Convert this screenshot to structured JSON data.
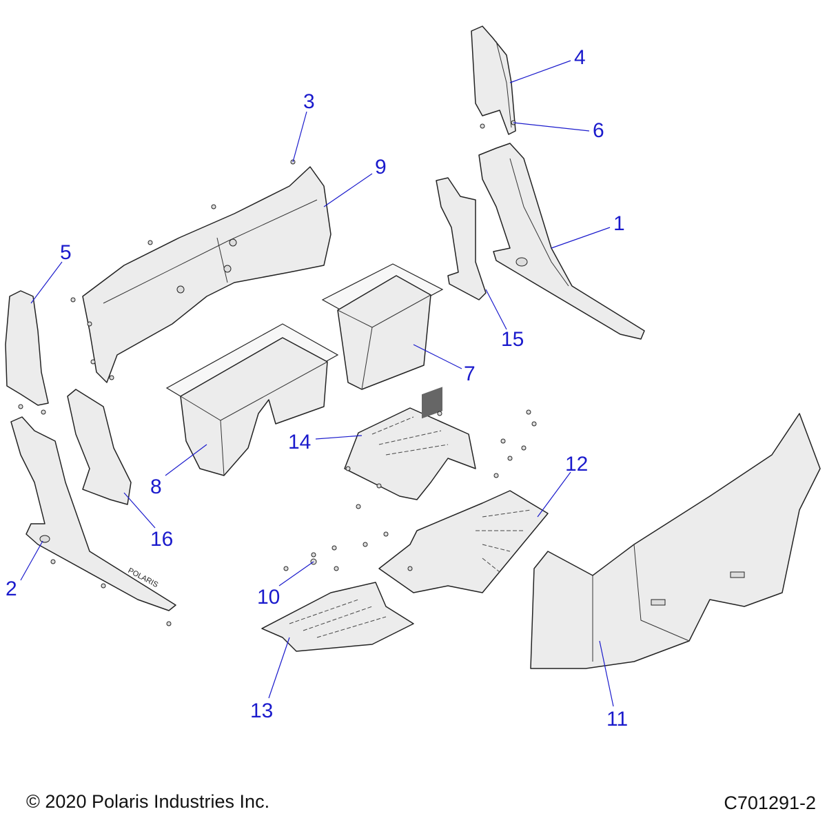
{
  "diagram": {
    "callout_color": "#1a1acc",
    "callouts": [
      {
        "id": "1",
        "label": "1"
      },
      {
        "id": "2",
        "label": "2"
      },
      {
        "id": "3",
        "label": "3"
      },
      {
        "id": "4",
        "label": "4"
      },
      {
        "id": "5",
        "label": "5"
      },
      {
        "id": "6",
        "label": "6"
      },
      {
        "id": "7",
        "label": "7"
      },
      {
        "id": "8",
        "label": "8"
      },
      {
        "id": "9",
        "label": "9"
      },
      {
        "id": "10",
        "label": "10"
      },
      {
        "id": "11",
        "label": "11"
      },
      {
        "id": "12",
        "label": "12"
      },
      {
        "id": "13",
        "label": "13"
      },
      {
        "id": "14",
        "label": "14"
      },
      {
        "id": "15",
        "label": "15"
      },
      {
        "id": "16",
        "label": "16"
      }
    ]
  },
  "footer": {
    "copyright": "© 2020 Polaris Industries Inc.",
    "drawing_number": "C701291-2"
  }
}
